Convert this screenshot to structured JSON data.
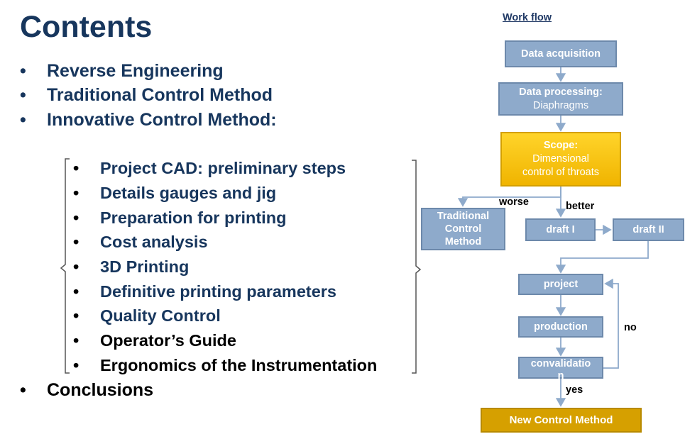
{
  "slide": {
    "title": "Contents",
    "bullet_symbol": "•",
    "main_items": [
      "Reverse Engineering",
      "Traditional Control Method",
      "Innovative Control Method:"
    ],
    "sub_items": [
      "Project CAD: preliminary steps",
      "Details gauges and jig",
      "Preparation for printing",
      "Cost analysis",
      "3D Printing",
      "Definitive printing parameters",
      "Quality Control",
      "Operator’s Guide",
      "Ergonomics of the Instrumentation"
    ],
    "final_item": "Conclusions"
  },
  "workflow": {
    "title": "Work flow",
    "data_acquisition": "Data acquisition",
    "data_processing": {
      "title": "Data processing:",
      "sub": "Diaphragms"
    },
    "scope": {
      "title": "Scope:",
      "sub_line1": "Dimensional",
      "sub_line2": "control of throats"
    },
    "traditional": {
      "line1": "Traditional",
      "line2": "Control",
      "line3": "Method"
    },
    "draft1": "draft I",
    "draft2": "draft II",
    "project": "project",
    "production": "production",
    "convalidation": {
      "line1": "convalidatio",
      "line2": "n"
    },
    "new_method": "New Control Method",
    "label_worse": "worse",
    "label_better": "better",
    "label_no": "no",
    "label_yes": "yes"
  },
  "colors": {
    "title_text": "#17365d",
    "box_fill": "#8eaacb",
    "scope_fill": "#ffd42a",
    "new_method_fill": "#d6a000",
    "connector": "#8eaacb"
  }
}
